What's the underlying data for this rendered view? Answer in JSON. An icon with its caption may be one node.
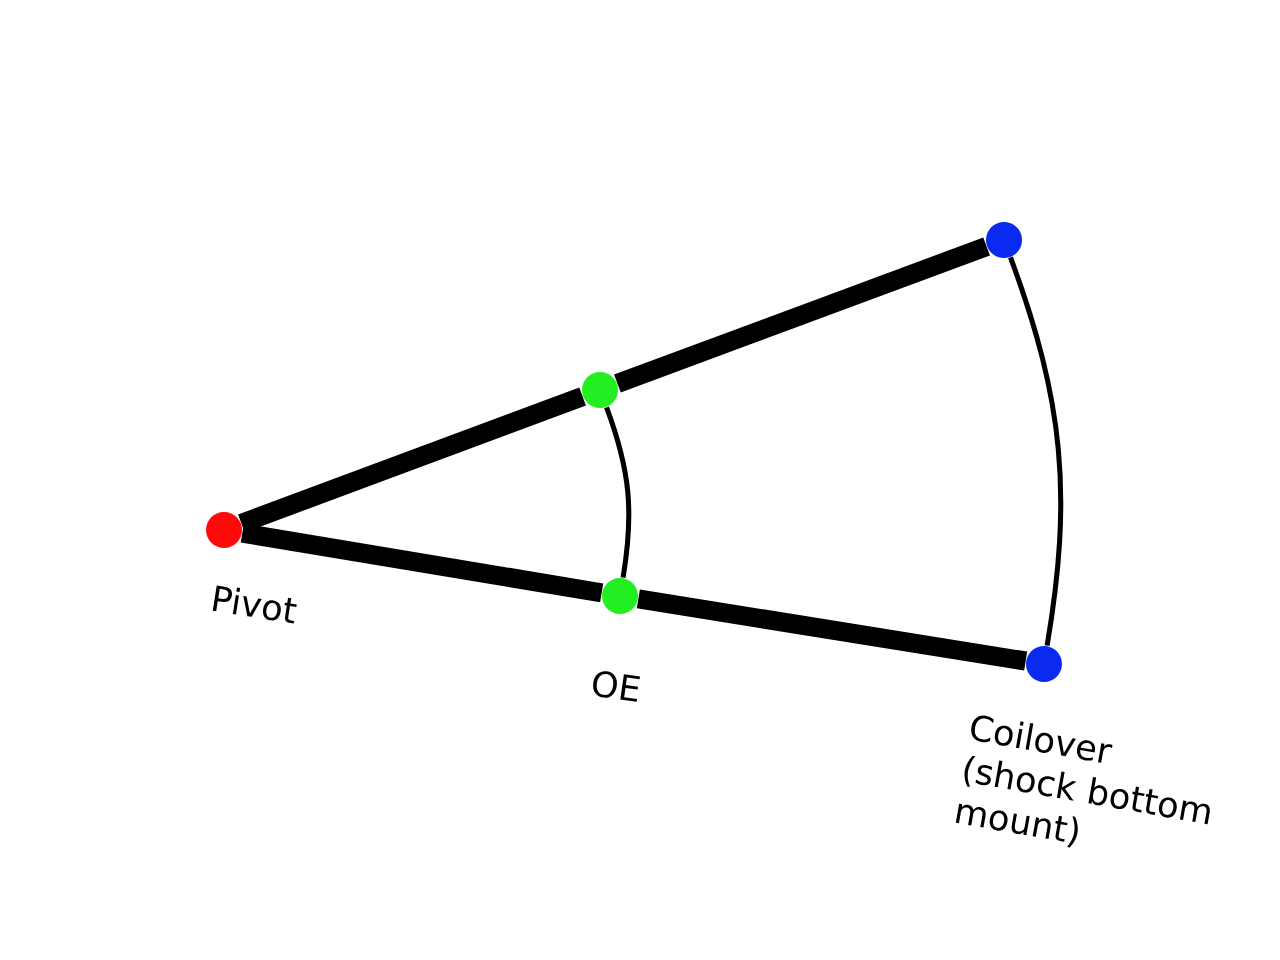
{
  "diagram": {
    "nodes": [
      {
        "text": [],
        "shape": "circle",
        "beside": [
          "Pivot"
        ]
      },
      {
        "text": [],
        "shape": "circle"
      },
      {
        "text": [],
        "shape": "circle"
      },
      {
        "text": [],
        "shape": "circle",
        "beside": [
          "OE"
        ]
      },
      {
        "text": [],
        "shape": "circle",
        "beside": [
          "Coilover (shock bottom mount)"
        ]
      }
    ],
    "edges": [
      {
        "from": 0,
        "to": 1,
        "arrow": "none"
      },
      {
        "from": 1,
        "to": 2,
        "arrow": "none"
      },
      {
        "from": 0,
        "to": 3,
        "arrow": "none"
      },
      {
        "from": 3,
        "to": 4,
        "arrow": "none"
      },
      {
        "from": 1,
        "to": 3,
        "arrow": "none"
      },
      {
        "from": 2,
        "to": 4,
        "arrow": "none"
      }
    ]
  }
}
